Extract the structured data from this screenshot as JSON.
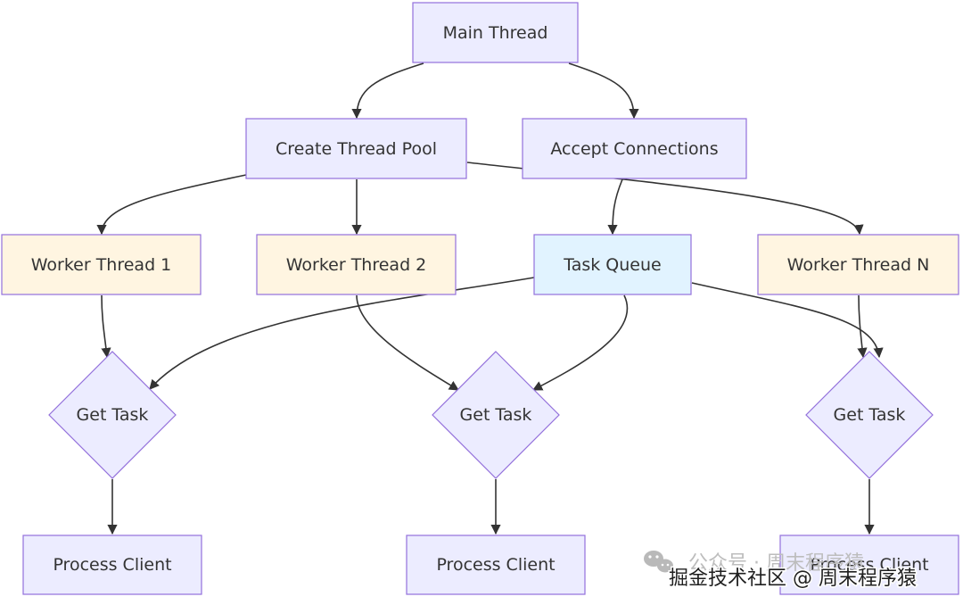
{
  "colors": {
    "process_fill": "#ececff",
    "process_stroke": "#9370db",
    "worker_fill": "#fff5e1",
    "worker_stroke": "#9370db",
    "queue_fill": "#e1f3ff",
    "queue_stroke": "#9370db",
    "edge": "#333333",
    "text": "#333333"
  },
  "nodes": {
    "main_thread": {
      "label": "Main Thread"
    },
    "create_thread_pool": {
      "label": "Create Thread Pool"
    },
    "accept_connections": {
      "label": "Accept Connections"
    },
    "worker_thread_1": {
      "label": "Worker Thread 1"
    },
    "worker_thread_2": {
      "label": "Worker Thread 2"
    },
    "task_queue": {
      "label": "Task Queue"
    },
    "worker_thread_n": {
      "label": "Worker Thread N"
    },
    "get_task_1": {
      "label": "Get Task"
    },
    "get_task_2": {
      "label": "Get Task"
    },
    "get_task_3": {
      "label": "Get Task"
    },
    "process_client_1": {
      "label": "Process Client"
    },
    "process_client_2": {
      "label": "Process Client"
    },
    "process_client_3": {
      "label": "Process Client"
    }
  },
  "edges": [
    {
      "from": "main_thread",
      "to": "create_thread_pool"
    },
    {
      "from": "main_thread",
      "to": "accept_connections"
    },
    {
      "from": "create_thread_pool",
      "to": "worker_thread_1"
    },
    {
      "from": "create_thread_pool",
      "to": "worker_thread_2"
    },
    {
      "from": "create_thread_pool",
      "to": "worker_thread_n"
    },
    {
      "from": "accept_connections",
      "to": "task_queue"
    },
    {
      "from": "worker_thread_1",
      "to": "get_task_1"
    },
    {
      "from": "worker_thread_2",
      "to": "get_task_2"
    },
    {
      "from": "worker_thread_n",
      "to": "get_task_3"
    },
    {
      "from": "task_queue",
      "to": "get_task_1"
    },
    {
      "from": "task_queue",
      "to": "get_task_2"
    },
    {
      "from": "task_queue",
      "to": "get_task_3"
    },
    {
      "from": "get_task_1",
      "to": "process_client_1"
    },
    {
      "from": "get_task_2",
      "to": "process_client_2"
    },
    {
      "from": "get_task_3",
      "to": "process_client_3"
    }
  ],
  "watermark": {
    "line1": "公众号 · 周末程序猿",
    "line2": "掘金技术社区 @ 周末程序猿",
    "icon": "wechat-icon"
  }
}
